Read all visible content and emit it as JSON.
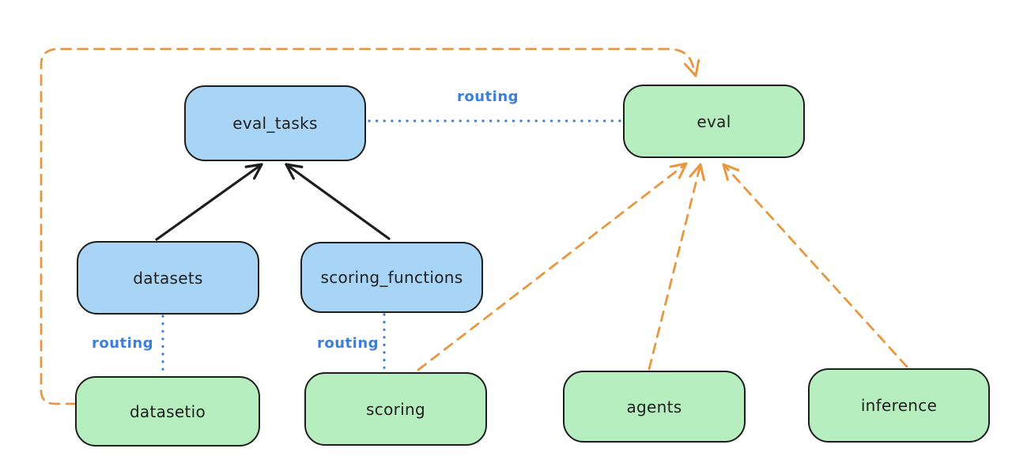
{
  "diagram": {
    "nodes": [
      {
        "id": "eval_tasks",
        "label": "eval_tasks",
        "group": "resource",
        "fill": "#a8d5f5"
      },
      {
        "id": "datasets",
        "label": "datasets",
        "group": "resource",
        "fill": "#a8d5f5"
      },
      {
        "id": "scoring_functions",
        "label": "scoring_functions",
        "group": "resource",
        "fill": "#a8d5f5"
      },
      {
        "id": "eval",
        "label": "eval",
        "group": "api",
        "fill": "#b7eebf"
      },
      {
        "id": "datasetio",
        "label": "datasetio",
        "group": "api",
        "fill": "#b7eebf"
      },
      {
        "id": "scoring",
        "label": "scoring",
        "group": "api",
        "fill": "#b7eebf"
      },
      {
        "id": "agents",
        "label": "agents",
        "group": "api",
        "fill": "#b7eebf"
      },
      {
        "id": "inference",
        "label": "inference",
        "group": "api",
        "fill": "#b7eebf"
      }
    ],
    "edge_labels": [
      {
        "text": "routing"
      },
      {
        "text": "routing"
      },
      {
        "text": "routing"
      }
    ],
    "edges": [
      {
        "from": "datasets",
        "to": "eval_tasks",
        "style": "solid-arrow",
        "color": "#1e1e1e"
      },
      {
        "from": "scoring_functions",
        "to": "eval_tasks",
        "style": "solid-arrow",
        "color": "#1e1e1e"
      },
      {
        "from": "eval_tasks",
        "to": "eval",
        "style": "dotted",
        "label": "routing",
        "color": "#3d7fd6"
      },
      {
        "from": "datasets",
        "to": "datasetio",
        "style": "dotted",
        "label": "routing",
        "color": "#3d7fd6"
      },
      {
        "from": "scoring_functions",
        "to": "scoring",
        "style": "dotted",
        "label": "routing",
        "color": "#3d7fd6"
      },
      {
        "from": "datasetio",
        "to": "eval",
        "style": "dashed-arrow",
        "color": "#e9973e"
      },
      {
        "from": "scoring",
        "to": "eval",
        "style": "dashed-arrow",
        "color": "#e9973e"
      },
      {
        "from": "agents",
        "to": "eval",
        "style": "dashed-arrow",
        "color": "#e9973e"
      },
      {
        "from": "inference",
        "to": "eval",
        "style": "dashed-arrow",
        "color": "#e9973e"
      }
    ],
    "colors": {
      "blue_fill": "#a8d5f5",
      "green_fill": "#b7eebf",
      "stroke": "#1e1e1e",
      "routing_blue": "#3d7fd6",
      "orange": "#e9973e",
      "background": "#ffffff"
    }
  }
}
